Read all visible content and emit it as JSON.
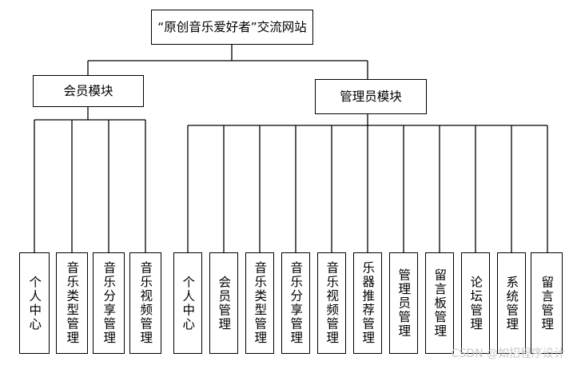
{
  "diagram": {
    "root": {
      "label": "“原创音乐爱好者”交流网站"
    },
    "member_module": {
      "label": "会员模块",
      "children": [
        "个人中心",
        "音乐类型管理",
        "音乐分享管理",
        "音乐视频管理"
      ]
    },
    "admin_module": {
      "label": "管理员模块",
      "children": [
        "个人中心",
        "会员管理",
        "音乐类型管理",
        "音乐分享管理",
        "音乐视频管理",
        "乐器推荐管理",
        "管理员管理",
        "留言板管理",
        "论坛管理",
        "系统管理",
        "留言管理"
      ]
    },
    "line_color": "#000000",
    "box_fill": "#ffffff"
  },
  "watermark": "CSDN @如招程序设计"
}
